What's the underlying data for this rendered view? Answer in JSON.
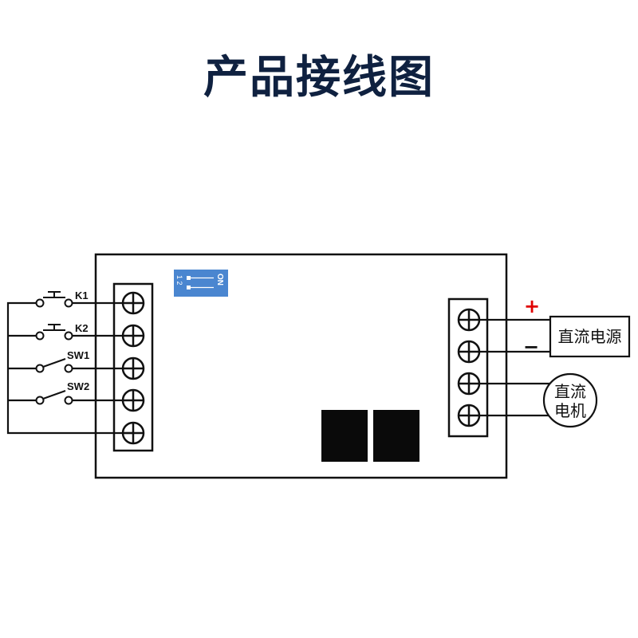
{
  "title": "产品接线图",
  "dip_switch": {
    "on_label": "ON",
    "numbers": "1 2",
    "color": "#4a86d0"
  },
  "inputs": {
    "k1": "K1",
    "k2": "K2",
    "sw1": "SW1",
    "sw2": "SW2"
  },
  "power": {
    "plus": "+",
    "minus": "−",
    "label": "直流电源",
    "plus_color": "#e00000"
  },
  "motor": {
    "line1": "直流",
    "line2": "电机"
  },
  "colors": {
    "title": "#0f2140",
    "line": "#111111",
    "relay": "#0a0a0a"
  }
}
